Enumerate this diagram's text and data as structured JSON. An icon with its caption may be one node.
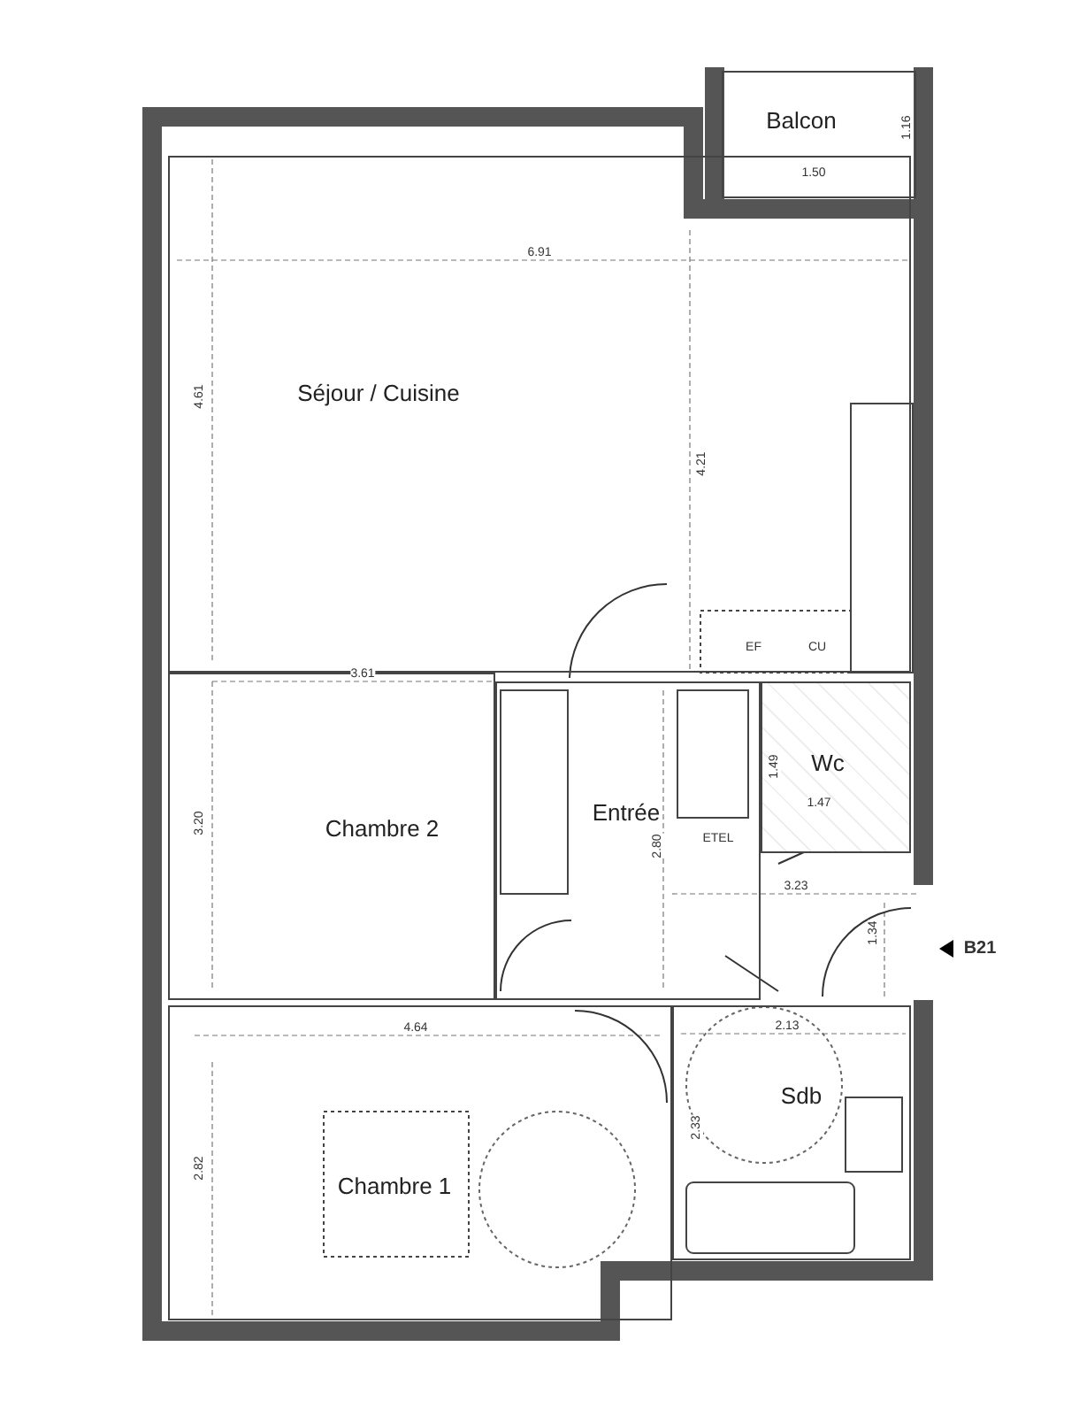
{
  "diagram": {
    "nodes": [
      {
        "text": [
          "Balcon"
        ]
      },
      {
        "text": [
          "Séjour / Cuisine"
        ]
      },
      {
        "text": [
          "Chambre 2"
        ]
      },
      {
        "text": [
          "Entrée"
        ]
      },
      {
        "text": [
          "Wc"
        ]
      },
      {
        "text": [
          "Chambre 1"
        ]
      },
      {
        "text": [
          "Sdb"
        ]
      }
    ],
    "labels": [
      "1.16",
      "1.50",
      "6.91",
      "4.61",
      "4.21",
      "EF",
      "CU",
      "3.61",
      "1.49",
      "1.47",
      "3.20",
      "2.80",
      "ETEL",
      "3.23",
      "1.34",
      "B21",
      "4.64",
      "2.13",
      "2.33",
      "2.82"
    ]
  }
}
